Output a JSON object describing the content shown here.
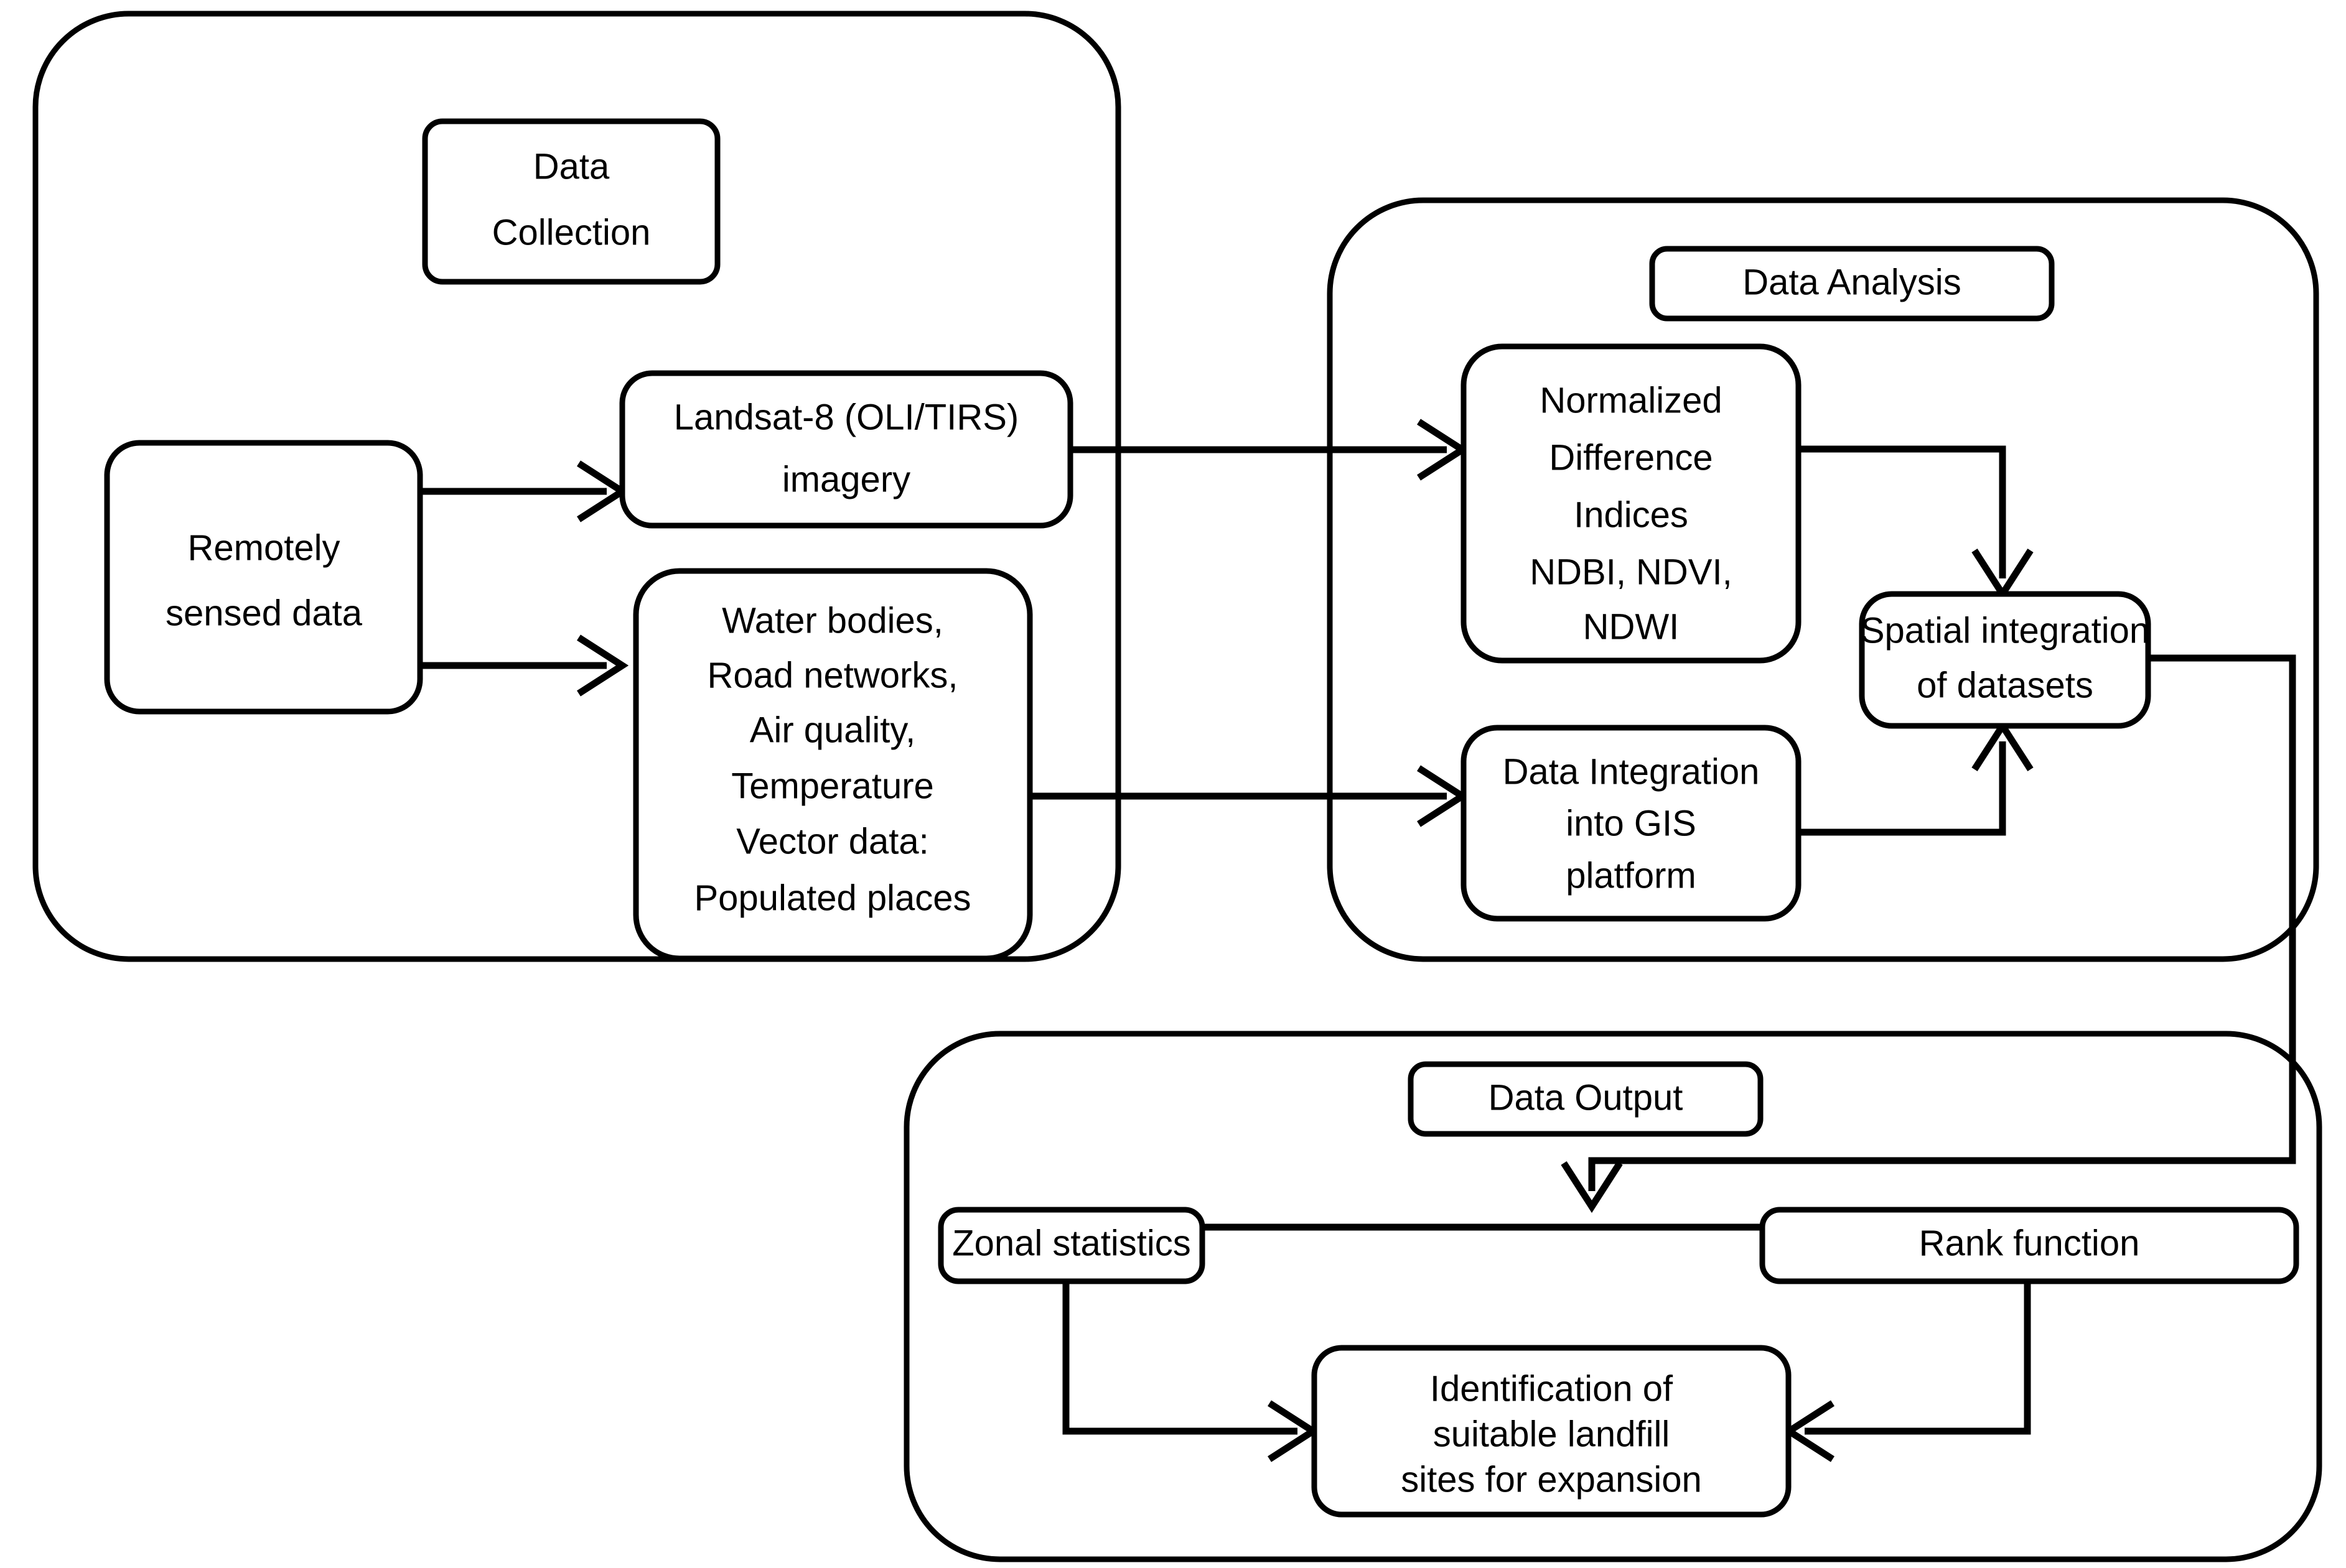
{
  "diagram": {
    "title": "Methodology flowchart for landfill site identification",
    "type": "flowchart",
    "background_color": "#ffffff",
    "line_color": "#000000",
    "fill_color": "#ffffff"
  },
  "containers": [
    {
      "id": "data-collection",
      "label": "Data Collection"
    },
    {
      "id": "data-analysis",
      "label": "Data Analysis"
    },
    {
      "id": "data-output",
      "label": "Data Output"
    }
  ],
  "nodes": {
    "remotely_sensed": {
      "lines": [
        "Remotely",
        "sensed data"
      ]
    },
    "landsat": {
      "lines": [
        "Landsat-8 (OLI/TIRS)",
        "imagery"
      ]
    },
    "vector_sources": {
      "lines": [
        "Water bodies,",
        "Road networks,",
        "Air quality,",
        "Temperature",
        "Vector data:",
        "Populated places"
      ]
    },
    "ndi": {
      "lines": [
        "Normalized",
        "Difference",
        "Indices",
        "NDBI, NDVI,",
        "NDWI"
      ]
    },
    "gis_integration": {
      "lines": [
        "Data Integration",
        "into GIS",
        "platform"
      ]
    },
    "spatial_integration": {
      "lines": [
        "Spatial integration",
        "of datasets"
      ]
    },
    "zonal_statistics": {
      "lines": [
        "Zonal statistics"
      ]
    },
    "rank_function": {
      "lines": [
        "Rank function"
      ]
    },
    "identification": {
      "lines": [
        "Identification of",
        "suitable landfill",
        "sites for expansion"
      ]
    }
  },
  "edges": [
    {
      "from": "remotely_sensed",
      "to": "landsat",
      "arrow": true
    },
    {
      "from": "remotely_sensed",
      "to": "vector_sources",
      "arrow": true
    },
    {
      "from": "landsat",
      "to": "ndi",
      "arrow": true
    },
    {
      "from": "vector_sources",
      "to": "gis_integration",
      "arrow": true
    },
    {
      "from": "ndi",
      "to": "spatial_integration",
      "arrow": true
    },
    {
      "from": "gis_integration",
      "to": "spatial_integration",
      "arrow": true
    },
    {
      "from": "spatial_integration",
      "to": "rank_function",
      "arrow": true
    },
    {
      "from": "zonal_statistics",
      "to": "identification",
      "arrow": true
    },
    {
      "from": "rank_function",
      "to": "identification",
      "arrow": true
    }
  ]
}
